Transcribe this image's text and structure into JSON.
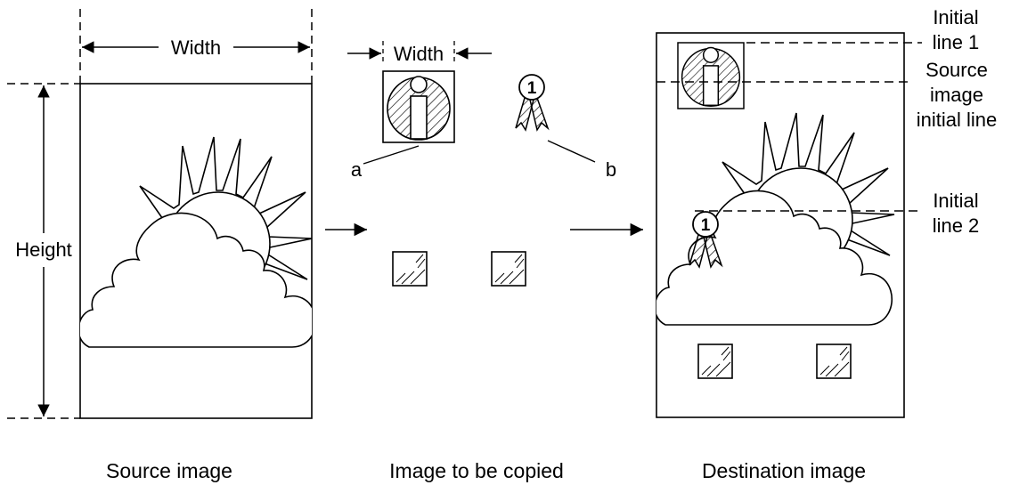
{
  "source_panel": {
    "width_label": "Width",
    "height_label": "Height",
    "caption": "Source image"
  },
  "copy_panel": {
    "width_label": "Width",
    "label_a": "a",
    "label_b": "b",
    "badge_number": "1",
    "caption": "Image to be copied"
  },
  "destination_panel": {
    "initial_line_1": [
      "Initial",
      "line 1"
    ],
    "source_initial_line": [
      "Source",
      "image",
      "initial line"
    ],
    "initial_line_2": [
      "Initial",
      "line 2"
    ],
    "badge_number": "1",
    "caption": "Destination image"
  }
}
